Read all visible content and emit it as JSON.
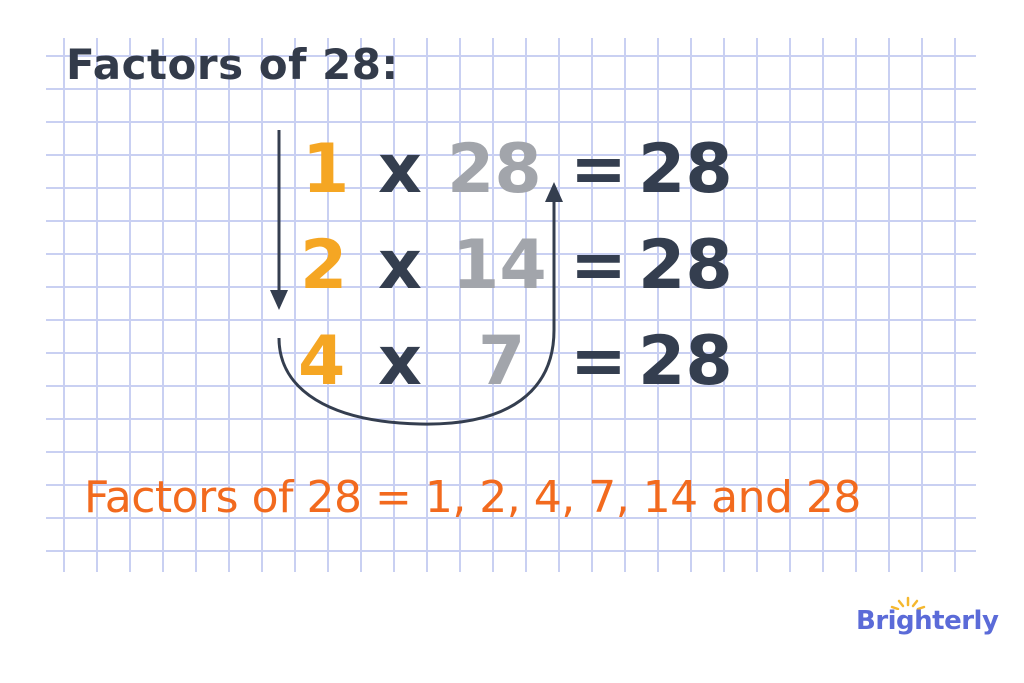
{
  "title": "Factors of 28:",
  "rows": [
    {
      "a": "1",
      "op": "x",
      "b": "28",
      "eq": "=",
      "result": "28"
    },
    {
      "a": "2",
      "op": "x",
      "b": "14",
      "eq": "=",
      "result": "28"
    },
    {
      "a": "4",
      "op": "x",
      "b": "7",
      "eq": "=",
      "result": "28"
    }
  ],
  "summary": "Factors of 28 = 1, 2, 4, 7, 14 and 28",
  "logo": "Brighterly",
  "colors": {
    "factor_small": "#f5a623",
    "factor_large": "#a2a5ab",
    "text_dark": "#343e4f",
    "summary": "#f26a1e",
    "grid": "#c9d0f2",
    "logo": "#5b6bd8",
    "logo_sun": "#f5b82e"
  }
}
